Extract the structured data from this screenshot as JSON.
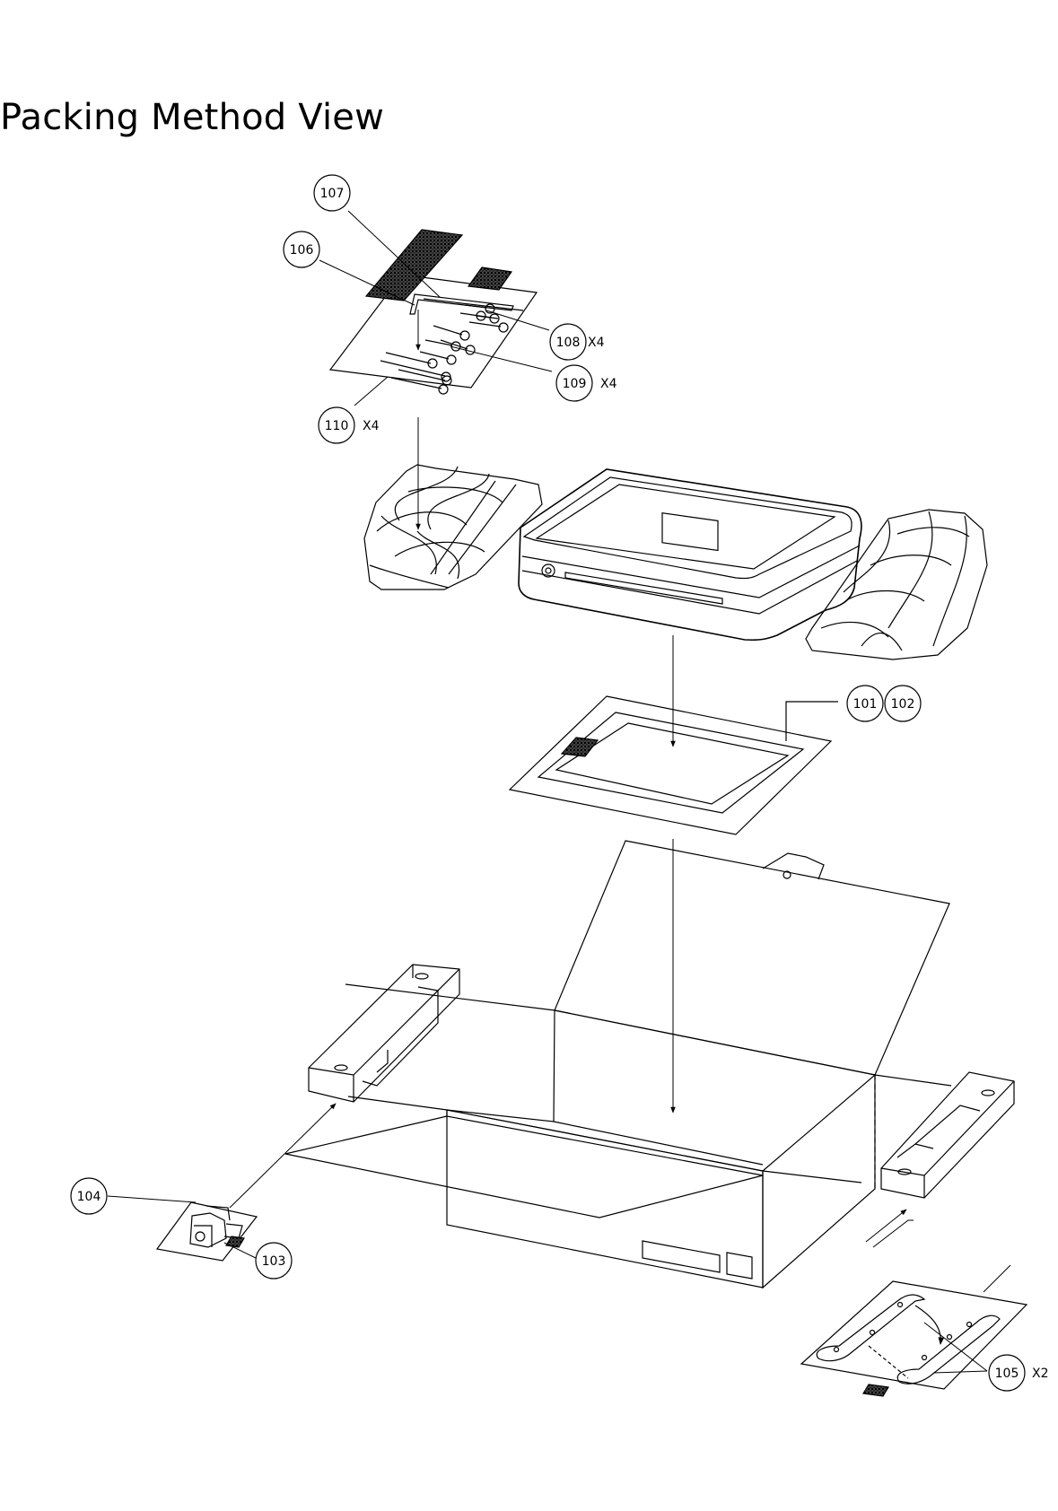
{
  "page": {
    "title": "Packing Method View"
  },
  "callouts": [
    {
      "id": "101",
      "label": "101",
      "qty": ""
    },
    {
      "id": "102",
      "label": "102",
      "qty": ""
    },
    {
      "id": "103",
      "label": "103",
      "qty": ""
    },
    {
      "id": "104",
      "label": "104",
      "qty": ""
    },
    {
      "id": "105",
      "label": "105",
      "qty": "X2"
    },
    {
      "id": "106",
      "label": "106",
      "qty": ""
    },
    {
      "id": "107",
      "label": "107",
      "qty": ""
    },
    {
      "id": "108",
      "label": "108",
      "qty": "X4"
    },
    {
      "id": "109",
      "label": "109",
      "qty": "X4"
    },
    {
      "id": "110",
      "label": "110",
      "qty": "X4"
    }
  ]
}
